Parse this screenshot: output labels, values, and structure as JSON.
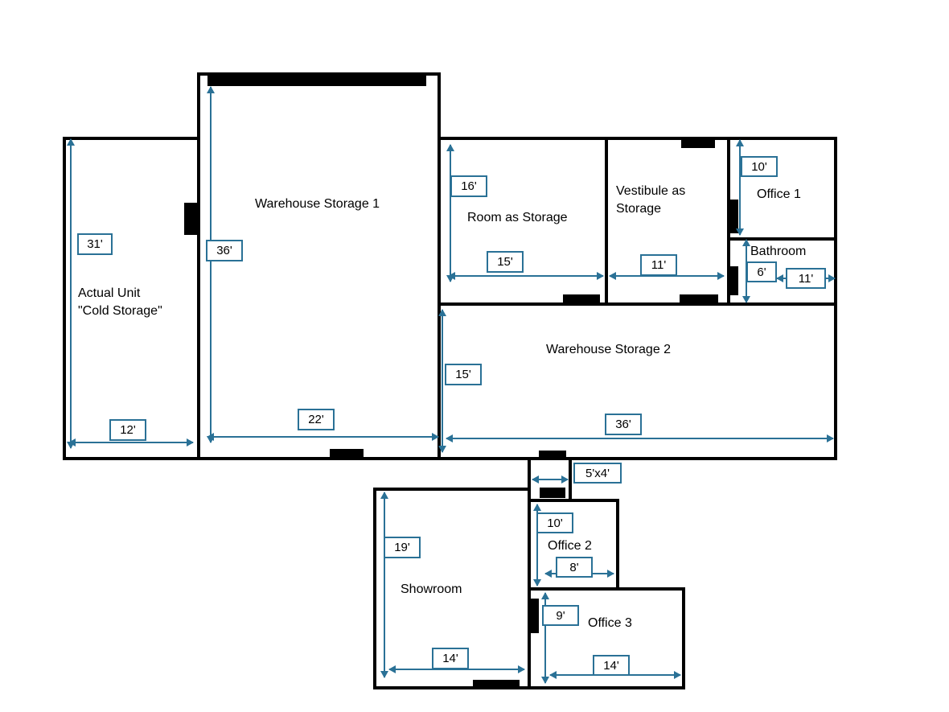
{
  "colors": {
    "wall": "#000000",
    "dimension": "#2a7196",
    "background": "#ffffff",
    "text": "#000000"
  },
  "rooms": {
    "warehouse1": {
      "name": "Warehouse Storage 1",
      "height_label": "36'",
      "width_label": "22'"
    },
    "cold_storage": {
      "name_line1": "Actual Unit",
      "name_line2": "\"Cold Storage\"",
      "height_label": "31'",
      "width_label": "12'"
    },
    "room_as_storage": {
      "name": "Room as Storage",
      "height_label": "16'",
      "width_label": "15'"
    },
    "vestibule": {
      "name_line1": "Vestibule as",
      "name_line2": "Storage",
      "width_label": "11'"
    },
    "office1": {
      "name": "Office 1",
      "height_label": "10'"
    },
    "bathroom": {
      "name": "Bathroom",
      "height_label": "6'",
      "width_label": "11'"
    },
    "warehouse2": {
      "name": "Warehouse Storage 2",
      "height_label": "15'",
      "width_label": "36'"
    },
    "passage": {
      "size_label": "5'x4'"
    },
    "showroom": {
      "name": "Showroom",
      "height_label": "19'",
      "width_label": "14'"
    },
    "office2": {
      "name": "Office 2",
      "height_label": "10'",
      "width_label": "8'"
    },
    "office3": {
      "name": "Office 3",
      "height_label": "9'",
      "width_label": "14'"
    }
  }
}
